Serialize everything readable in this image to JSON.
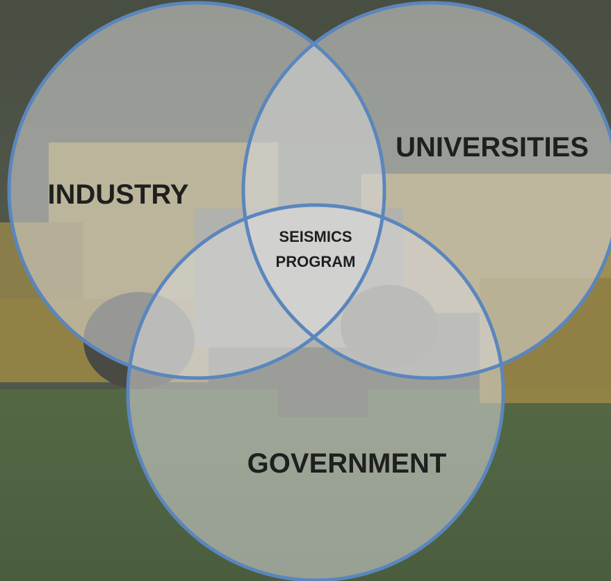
{
  "diagram": {
    "type": "venn",
    "sets": [
      {
        "id": "industry",
        "label": "INDUSTRY"
      },
      {
        "id": "universities",
        "label": "UNIVERSITIES"
      },
      {
        "id": "government",
        "label": "GOVERNMENT"
      }
    ],
    "center_label_line1": "SEISMICS",
    "center_label_line2": "PROGRAM"
  },
  "colors": {
    "circle_stroke": "#5b86bd",
    "circle_fill": "#d9d9d9",
    "label_text": "#1f1f1f",
    "background_grass": "#3d5a2a",
    "background_machinery": "#c9a43a"
  }
}
